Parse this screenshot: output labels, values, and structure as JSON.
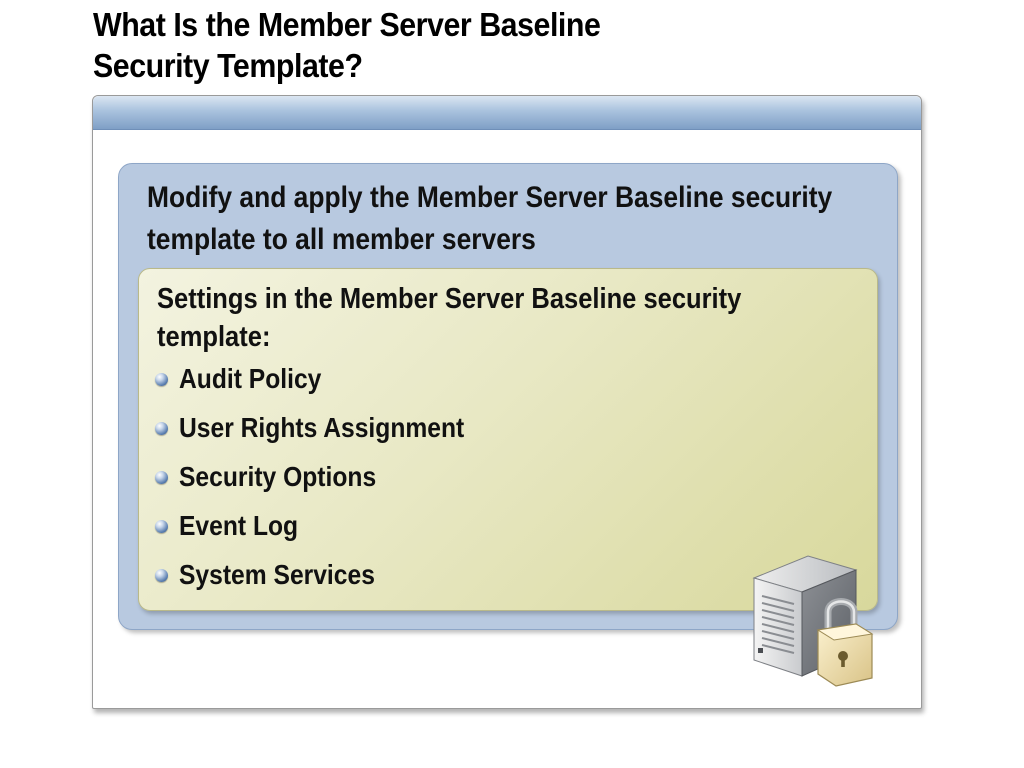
{
  "slide": {
    "title_line1": "What Is the Member Server Baseline",
    "title_line2": "Security Template?"
  },
  "panel": {
    "heading_line1": "Modify and apply the Member Server Baseline security",
    "heading_line2": "template to all member servers"
  },
  "settings": {
    "heading_line1": "Settings in the Member Server Baseline security",
    "heading_line2": "template:",
    "items": [
      {
        "label": "Audit Policy"
      },
      {
        "label": "User Rights Assignment"
      },
      {
        "label": "Security Options"
      },
      {
        "label": "Event Log"
      },
      {
        "label": "System Services"
      }
    ]
  },
  "icons": {
    "bullet": "bullet-icon",
    "illustration": "server-lock-icon"
  },
  "colors": {
    "header_bar": "#8fadd2",
    "blue_panel": "#b8c9e0",
    "yellow_panel": "#e8e8c4",
    "text": "#111111"
  }
}
